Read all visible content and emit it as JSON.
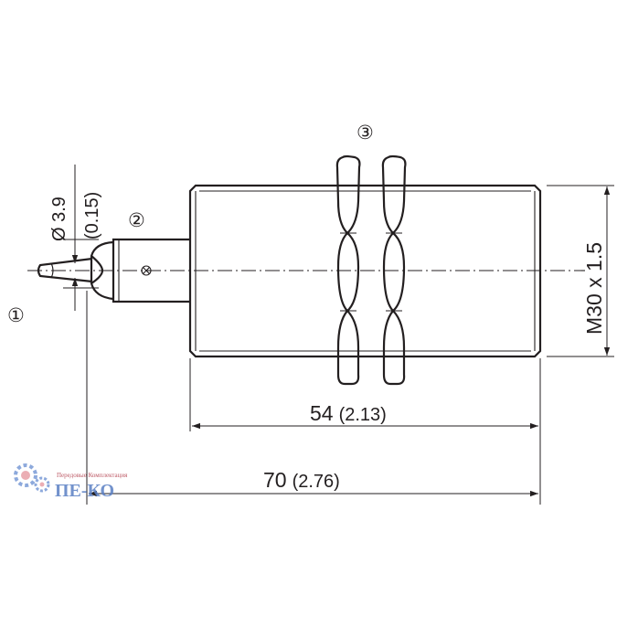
{
  "diagram": {
    "callouts": [
      "①",
      "②",
      "③"
    ],
    "cable_diameter": "Ø 3.9",
    "cable_diameter_inch": "(0.15)",
    "thread_label": "M30 x 1.5",
    "length_body_mm": "54",
    "length_body_in": "(2.13)",
    "length_total_mm": "70",
    "length_total_in": "(2.76)"
  },
  "watermark": {
    "tagline": "Передовые Комплектация",
    "name": "ПЕ-КО"
  }
}
